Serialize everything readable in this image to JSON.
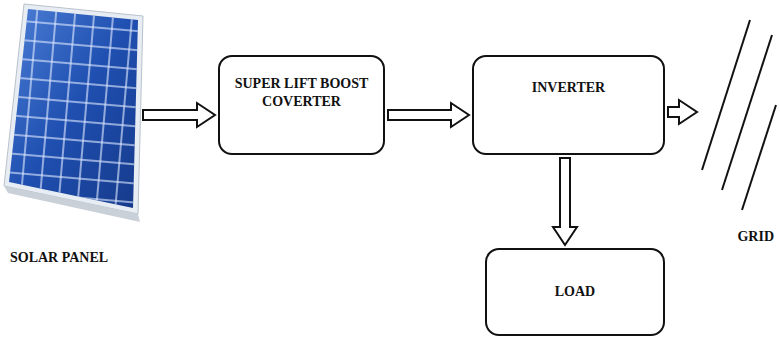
{
  "diagram": {
    "nodes": [
      {
        "text": [
          "SOLAR PANEL"
        ]
      },
      {
        "text": [
          "SUPER LIFT BOOST COVERTER"
        ]
      },
      {
        "text": [
          "INVERTER"
        ]
      },
      {
        "text": [
          "GRID"
        ]
      },
      {
        "text": [
          "LOAD"
        ]
      }
    ],
    "edges": [
      {
        "from": 0,
        "to": 1,
        "arrow": "to"
      },
      {
        "from": 1,
        "to": 2,
        "arrow": "to"
      },
      {
        "from": 2,
        "to": 3,
        "arrow": "to"
      },
      {
        "from": 2,
        "to": 4,
        "arrow": "to"
      }
    ]
  }
}
